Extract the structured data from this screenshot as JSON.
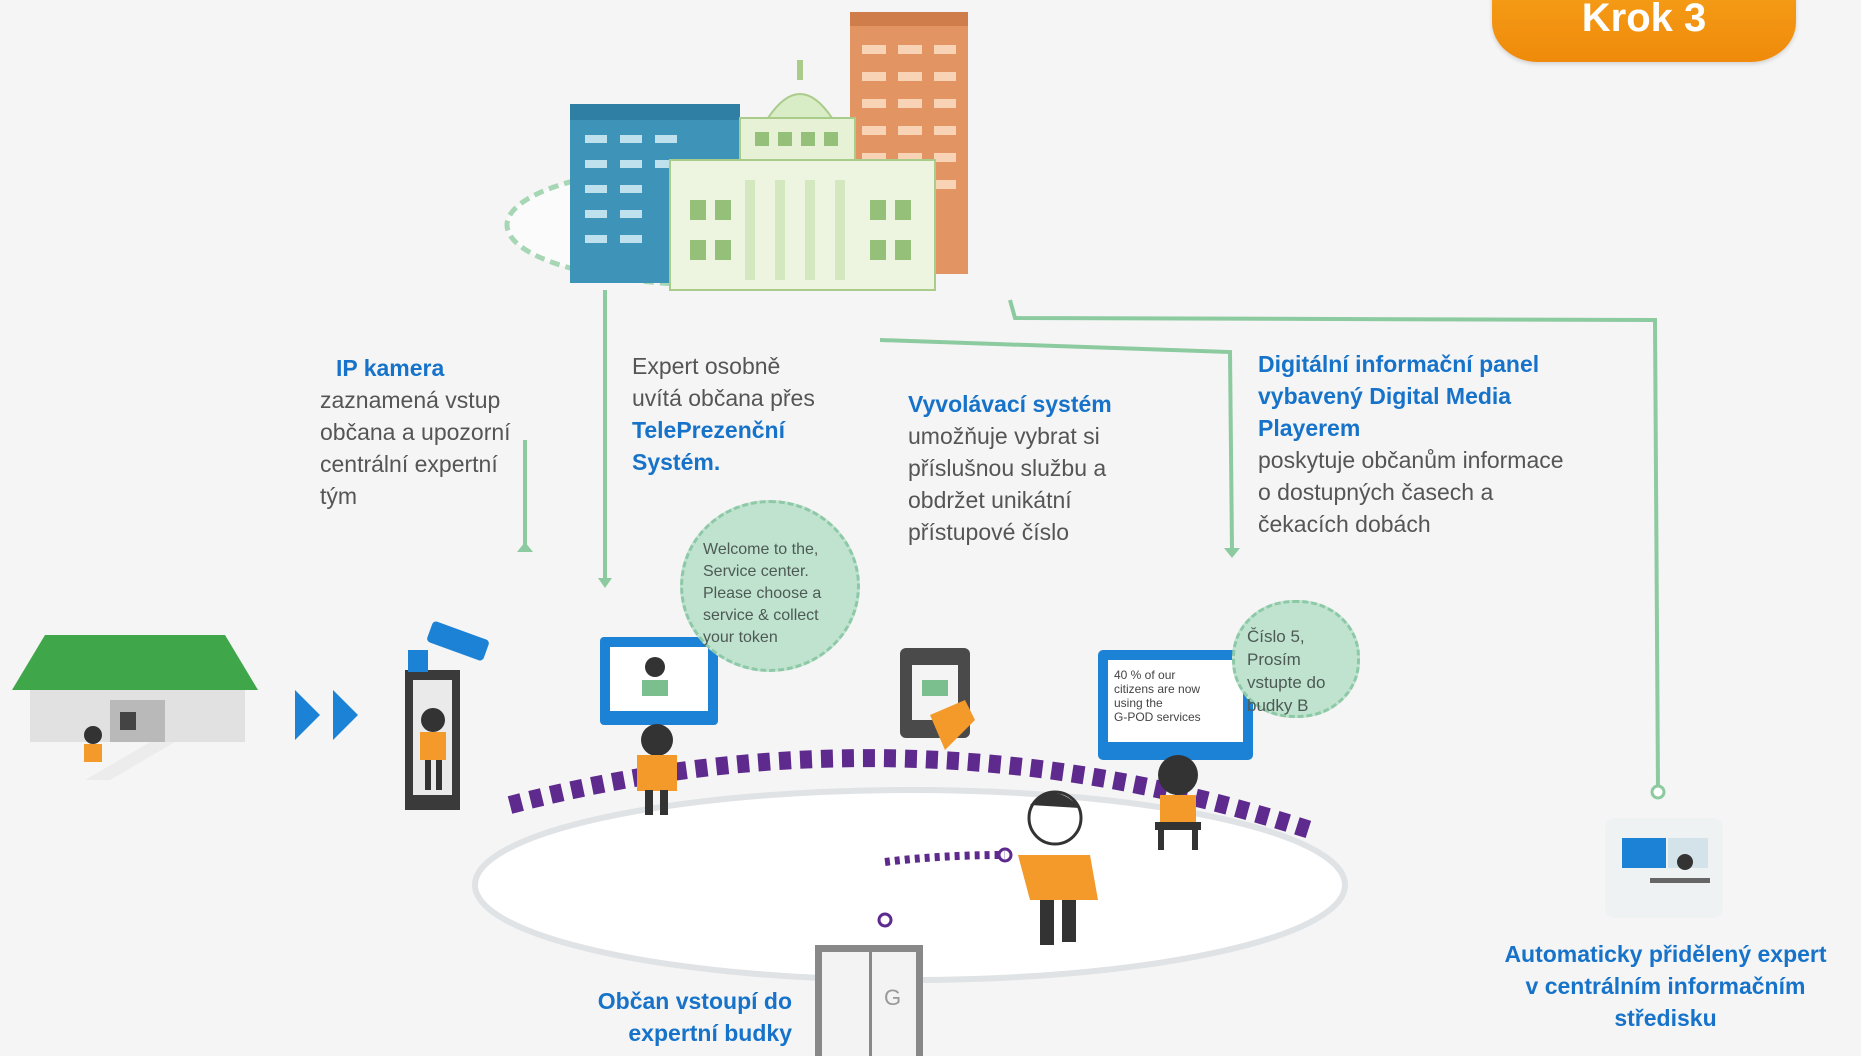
{
  "step_badge": "Krok 3",
  "ip_camera": {
    "title": "IP kamera",
    "body": [
      "zaznamená vstup",
      "občana a upozorní",
      "centrální expertní",
      "tým"
    ]
  },
  "expert_greeting": {
    "body": [
      "Expert osobně",
      "uvítá občana přes"
    ],
    "title": [
      "TelePrezenční",
      "Systém."
    ]
  },
  "queue_system": {
    "title": "Vyvolávací systém",
    "body": [
      "umožňuje vybrat si",
      "příslušnou službu a",
      "obdržet unikátní",
      "přístupové číslo"
    ]
  },
  "digital_panel": {
    "title": [
      "Digitální informační panel",
      "vybavený Digital Media",
      "Playerem"
    ],
    "body": [
      "poskytuje občanům informace",
      "o dostupných časech a",
      "čekacích dobách"
    ]
  },
  "welcome_bubble": [
    "Welcome to the,",
    "Service center.",
    "Please choose a",
    "service & collect",
    "your token"
  ],
  "screen_text": [
    "40 % of our",
    "citizens are now",
    "using the",
    "G-POD services"
  ],
  "number_bubble": [
    "Číslo 5,",
    "Prosím",
    "vstupte do",
    "budky B"
  ],
  "booth_label": [
    "Občan vstoupí do",
    "expertní budky"
  ],
  "booth_letter": "G",
  "expert_center_label": [
    "Automaticky přidělený expert",
    "v centrálním informačním",
    "středisku"
  ],
  "colors": {
    "accent_blue": "#1673c9",
    "orange": "#f39a2b",
    "green": "#7bbf8f",
    "purple": "#6a2e9a"
  }
}
